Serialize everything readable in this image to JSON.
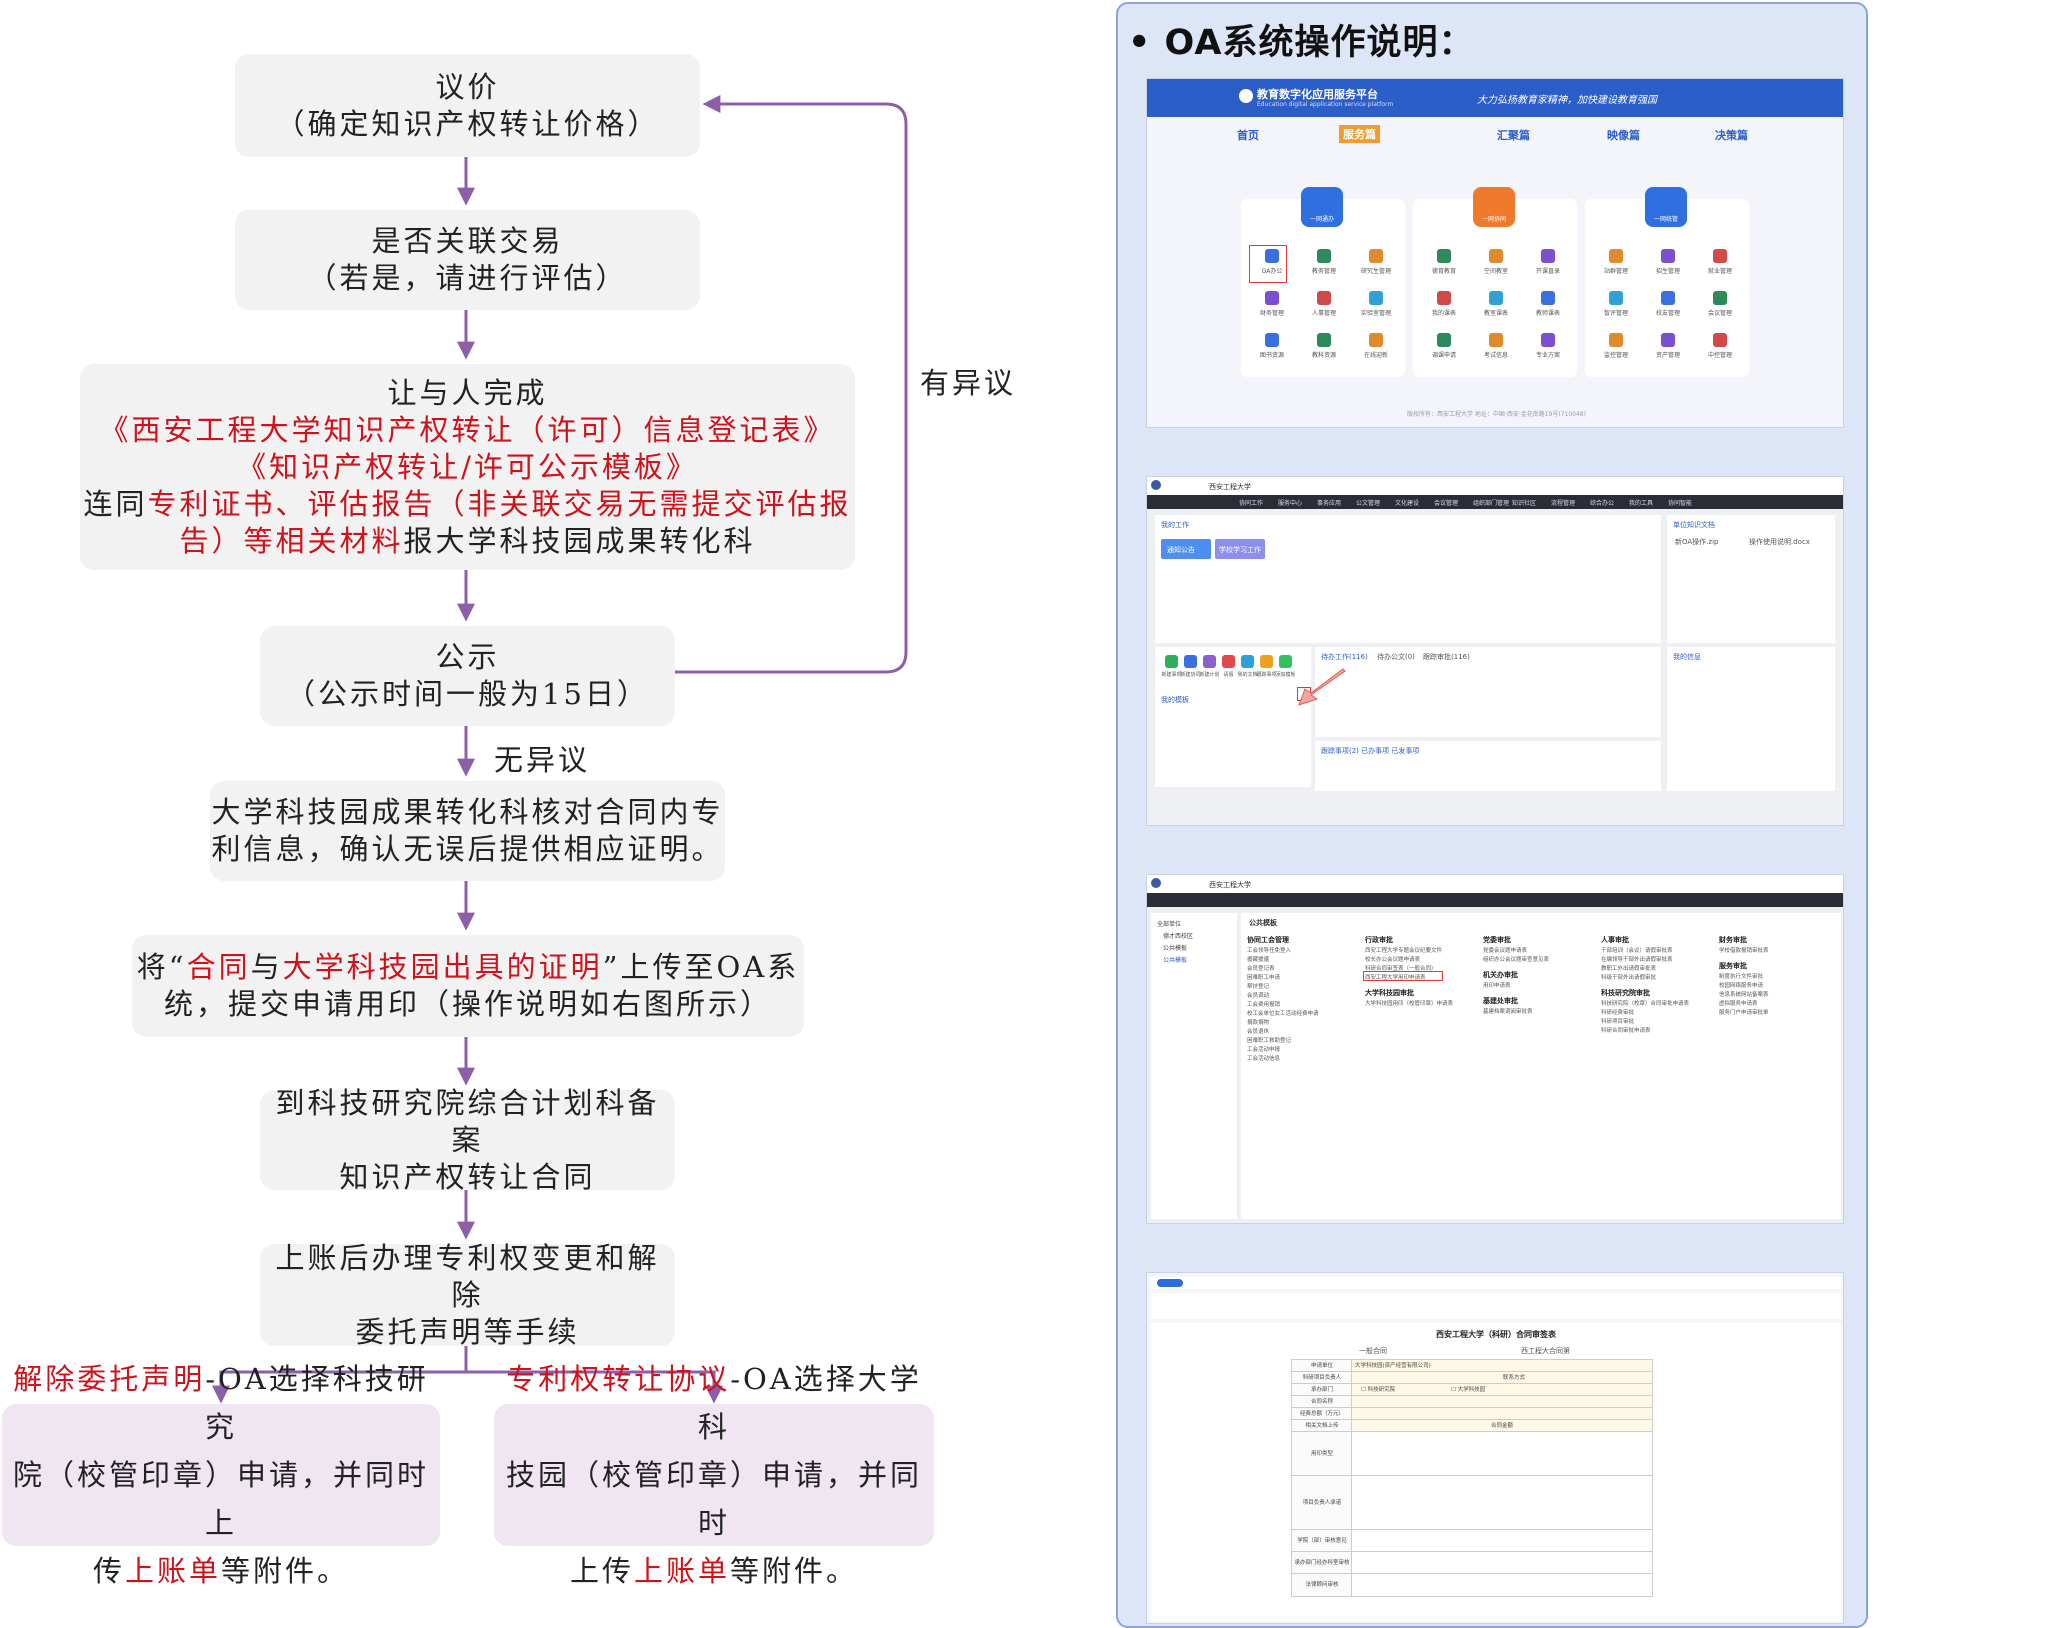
{
  "flow": {
    "step1": {
      "line1": "议价",
      "line2": "（确定知识产权转让价格）"
    },
    "step2": {
      "line1": "是否关联交易",
      "line2": "（若是，请进行评估）"
    },
    "step3": {
      "line1": "让与人完成",
      "line2": "《西安工程大学知识产权转让（许可）信息登记表》",
      "line3": "《知识产权转让/许可公示模板》",
      "line4_a": "连同",
      "line4_b": "专利证书、评估报告（非关联交易无需提交评估报",
      "line5_a": "告）等相关材料",
      "line5_b": "报大学科技园成果转化科"
    },
    "step4": {
      "line1": "公示",
      "line2": "（公示时间一般为15日）"
    },
    "step5": {
      "line1": "大学科技园成果转化科核对合同内专",
      "line2": "利信息，确认无误后提供相应证明。"
    },
    "step6": {
      "a": "将“",
      "b": "合同",
      "c": "与",
      "d": "大学科技园出具的证明",
      "e": "”上传至OA系",
      "line2": "统，提交申请用印（操作说明如右图所示）"
    },
    "step7": {
      "line1": "到科技研究院综合计划科备案",
      "line2": "知识产权转让合同"
    },
    "step8": {
      "line1": "上账后办理专利权变更和解除",
      "line2": "委托声明等手续"
    },
    "left_final": {
      "a": "解除委托声明",
      "b": "-OA选择科技研究",
      "line2": "院（校管印章）申请，并同时上",
      "line3_a": "传",
      "line3_b": "上账单",
      "line3_c": "等附件。"
    },
    "right_final": {
      "a": "专利权转让协议",
      "b": "-OA选择大学科",
      "line2": "技园（校管印章）申请，并同时",
      "line3_a": "上传",
      "line3_b": "上账单",
      "line3_c": "等附件。"
    },
    "objection": "有异议",
    "no_objection": "无异议"
  },
  "panel": {
    "title": "• OA系统操作说明："
  },
  "screens": {
    "s1": {
      "platform": "教育数字化应用服务平台",
      "platform_en": "Education digital application service platform",
      "slogan": "大力弘扬教育家精神，加快建设教育强国",
      "nav": [
        "首页",
        "服务篇",
        "汇聚篇",
        "映像篇",
        "决策篇"
      ],
      "groups": [
        "一网通办",
        "一网协同",
        "一网统管"
      ],
      "apps1": [
        "OA办公",
        "教务管理",
        "研究生管理",
        "财务管理",
        "人事管理",
        "实验室管理",
        "图书资源",
        "教科资源",
        "在线迎新"
      ],
      "apps2": [
        "德育教育",
        "空间教室",
        "开课直录",
        "我的课表",
        "教室课表",
        "教师课表",
        "调课申请",
        "考试信息",
        "专业方案"
      ],
      "apps3": [
        "站群管理",
        "招生管理",
        "就业管理",
        "智评管理",
        "校友管理",
        "会议管理",
        "监控管理",
        "资产管理",
        "中控管理"
      ],
      "footer": "版权所有：西安工程大学   地址：中国·西安·金花南路19号(710048)"
    },
    "s2": {
      "school": "西安工程大学",
      "menu": [
        "协同工作",
        "服务中心",
        "事务应用",
        "公文管理",
        "文化建设",
        "会议管理",
        "组织部门管理",
        "知识社区",
        "流程管理",
        "综合办公",
        "我的工具",
        "协同智能"
      ],
      "my_work": "我的工作",
      "tiles": [
        "通知公告",
        "学校学习工作"
      ],
      "my_docs": "单位知识文档",
      "docs": [
        "新OA操作.zip",
        "操作使用说明.docx"
      ],
      "tabs": [
        "待办工作(116)",
        "待办公文(0)",
        "跟踪审批(116)"
      ],
      "my_tpl": "我的模板",
      "my_info": "我的信息",
      "track": "跟踪事项(2)  已办事项  已发事项",
      "icons": [
        "新建事项",
        "新建协同",
        "新建计划",
        "请假",
        "我的文档",
        "跟踪事项",
        "添加模板"
      ]
    },
    "s3": {
      "tree": [
        "全部单位",
        "德才西校区",
        "公共模板",
        "公共模板"
      ],
      "head": "公共模板",
      "cols": [
        {
          "title": "协同工会管理",
          "items": [
            "工会领导任免登入",
            "援藏援疆",
            "会员登记表",
            "困难职工申请",
            "帮扶登记",
            "会员调动",
            "工会费用报销",
            "校工会单位女工活动经费申请",
            "捐款捐物",
            "会员退休",
            "困难职工救助登记",
            "工会活动申报",
            "工会活动信息"
          ]
        },
        {
          "title": "行政审批",
          "items": [
            "西安工程大学专题会议纪要文件",
            "校长办公会议题申请表",
            "科研合同审签表（一般合同）",
            "西安工程大学用印申请表"
          ],
          "sub": "大学科技园审批",
          "sub_items": [
            "大学科技园用印（校管印章）申请表"
          ]
        },
        {
          "title": "党委审批",
          "items": [
            "党委会议题申请表",
            "组织办公会议题审查意见表"
          ],
          "sub": "机关办审批",
          "sub_items": [
            "用印申请表"
          ],
          "sub2": "基建处审批",
          "sub2_items": [
            "基建档案调阅审批表"
          ]
        },
        {
          "title": "人事审批",
          "items": [
            "干部培训（会议）请假审批表",
            "在编领导干部外出请假审批表",
            "教职工外出请假审批表",
            "科级干部外出请假审批"
          ],
          "sub": "科技研究院审批",
          "sub_items": [
            "科技研究院（校章）合同审批申请表",
            "科研经费审批",
            "科研项目审批",
            "科研合同审批申请表"
          ]
        },
        {
          "title": "财务审批",
          "items": [
            "学校借款报销审批表"
          ],
          "sub": "服务审批",
          "sub_items": [
            "制度执行文件审批",
            "校园网络服务申请",
            "信息系统网站备案表",
            "虚拟服务申请表",
            "服务门户申请审批单"
          ]
        }
      ]
    },
    "s4": {
      "form_title": "西安工程大学（科研）合同审签表",
      "rows": [
        "申请单位",
        "科研项目负责人",
        "承办部门",
        "合同名称",
        "经费总额（万元）",
        "相关文档上传",
        "用印类型",
        "项目负责人承诺",
        "学院（部）审核意见",
        "承办部门经办科室审核",
        "法律顾问审核"
      ],
      "values": {
        "type": "一般合同",
        "unit": "大学科技园(资产经营有限公司)",
        "contact": "联系方式",
        "dept1": "科技研究院",
        "dept2": "大学科技园",
        "contract_amt": "合同金额",
        "code": "西工程大合同第"
      }
    }
  }
}
